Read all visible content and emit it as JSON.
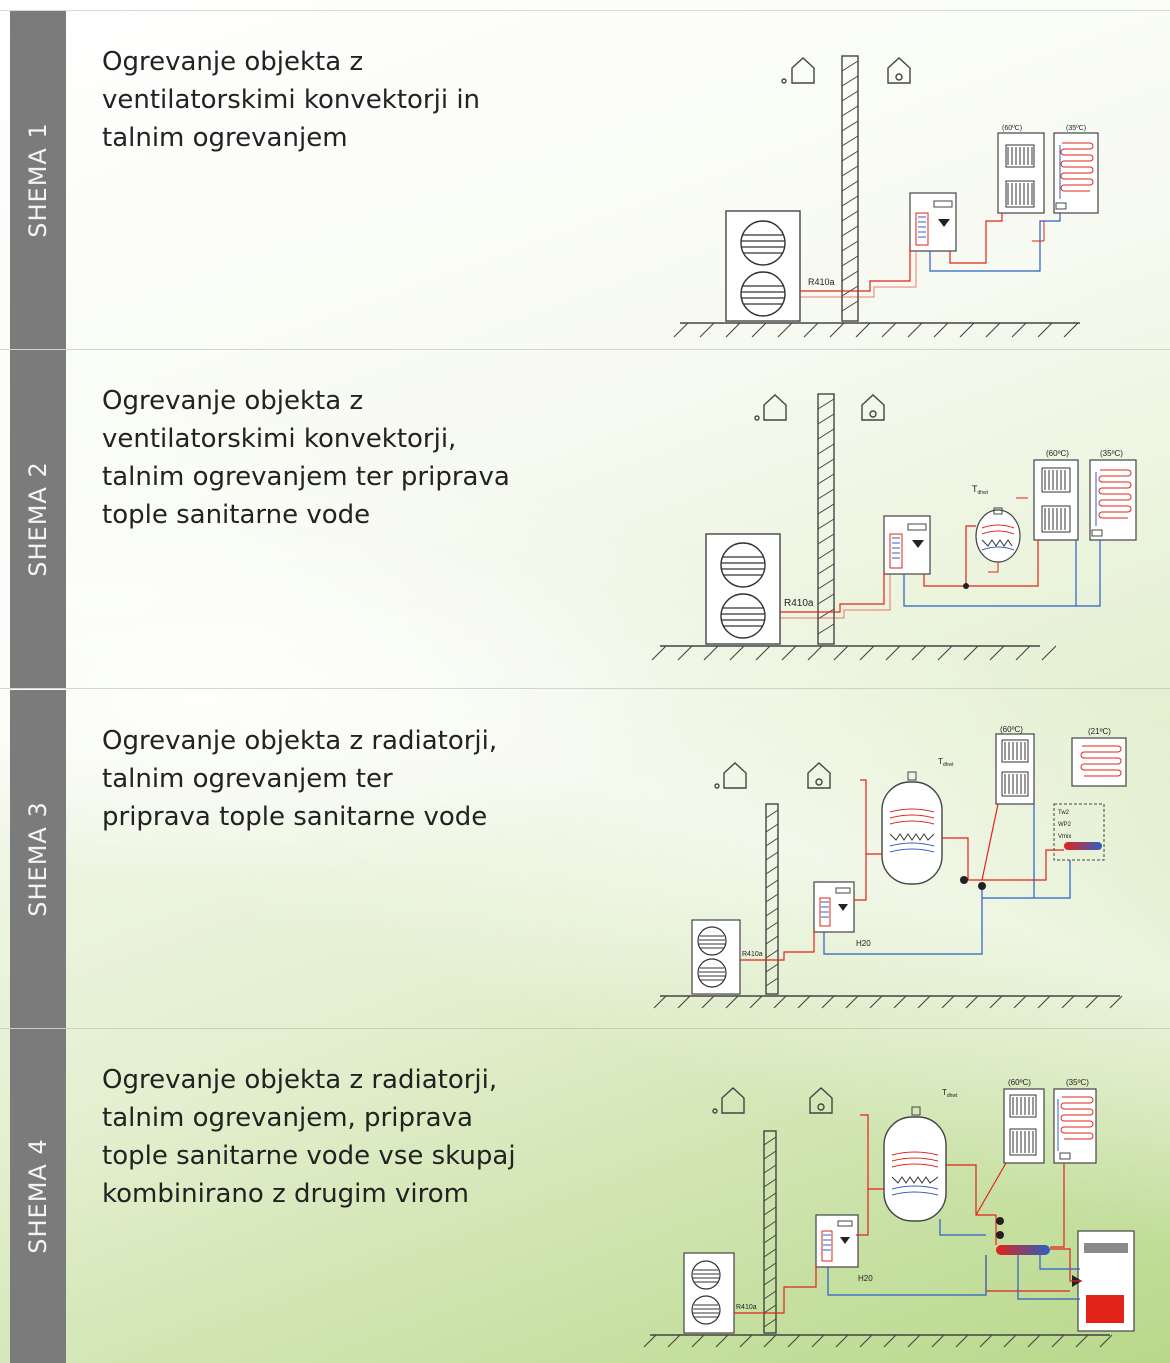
{
  "colors": {
    "tab_bg": "#7b7b7b",
    "tab_text": "#f4f4f4",
    "pipe_hot": "#e2231a",
    "pipe_cold": "#2b5fc4",
    "line": "#333333"
  },
  "schemes": [
    {
      "tab_label": "SHEMA 1",
      "description_lines": [
        "Ogrevanje objekta z",
        "ventilatorskimi konvektorji in",
        "talnim ogrevanjem"
      ],
      "diagram_labels": {
        "refrigerant": "R410a",
        "temp_a": "(60ºC)",
        "temp_b": "(35ºC)"
      }
    },
    {
      "tab_label": "SHEMA 2",
      "description_lines": [
        "Ogrevanje objekta z",
        "ventilatorskimi konvektorji,",
        "talnim ogrevanjem ter priprava",
        "tople sanitarne vode"
      ],
      "diagram_labels": {
        "refrigerant": "R410a",
        "temp_a": "(60ºC)",
        "temp_b": "(35ºC)",
        "tank_sensor": "T",
        "tank_sensor_sub": "dhwt"
      }
    },
    {
      "tab_label": "SHEMA 3",
      "description_lines": [
        "Ogrevanje objekta z radiatorji,",
        "talnim ogrevanjem ter",
        "priprava tople sanitarne vode"
      ],
      "diagram_labels": {
        "refrigerant": "R410a",
        "water": "H20",
        "temp_a": "(60ºC)",
        "temp_b": "(21ºC)",
        "tank_sensor": "T",
        "tank_sensor_sub": "dhwt",
        "ctrl_1": "Tw2",
        "ctrl_2": "WP2",
        "ctrl_3": "Vmix"
      }
    },
    {
      "tab_label": "SHEMA 4",
      "description_lines": [
        "Ogrevanje objekta z radiatorji,",
        "talnim ogrevanjem, priprava",
        "tople sanitarne vode vse skupaj",
        "kombinirano z drugim virom"
      ],
      "diagram_labels": {
        "refrigerant": "R410a",
        "water": "H20",
        "temp_a": "(60ºC)",
        "temp_b": "(35ºC)",
        "tank_sensor": "T",
        "tank_sensor_sub": "dhwt"
      }
    }
  ]
}
